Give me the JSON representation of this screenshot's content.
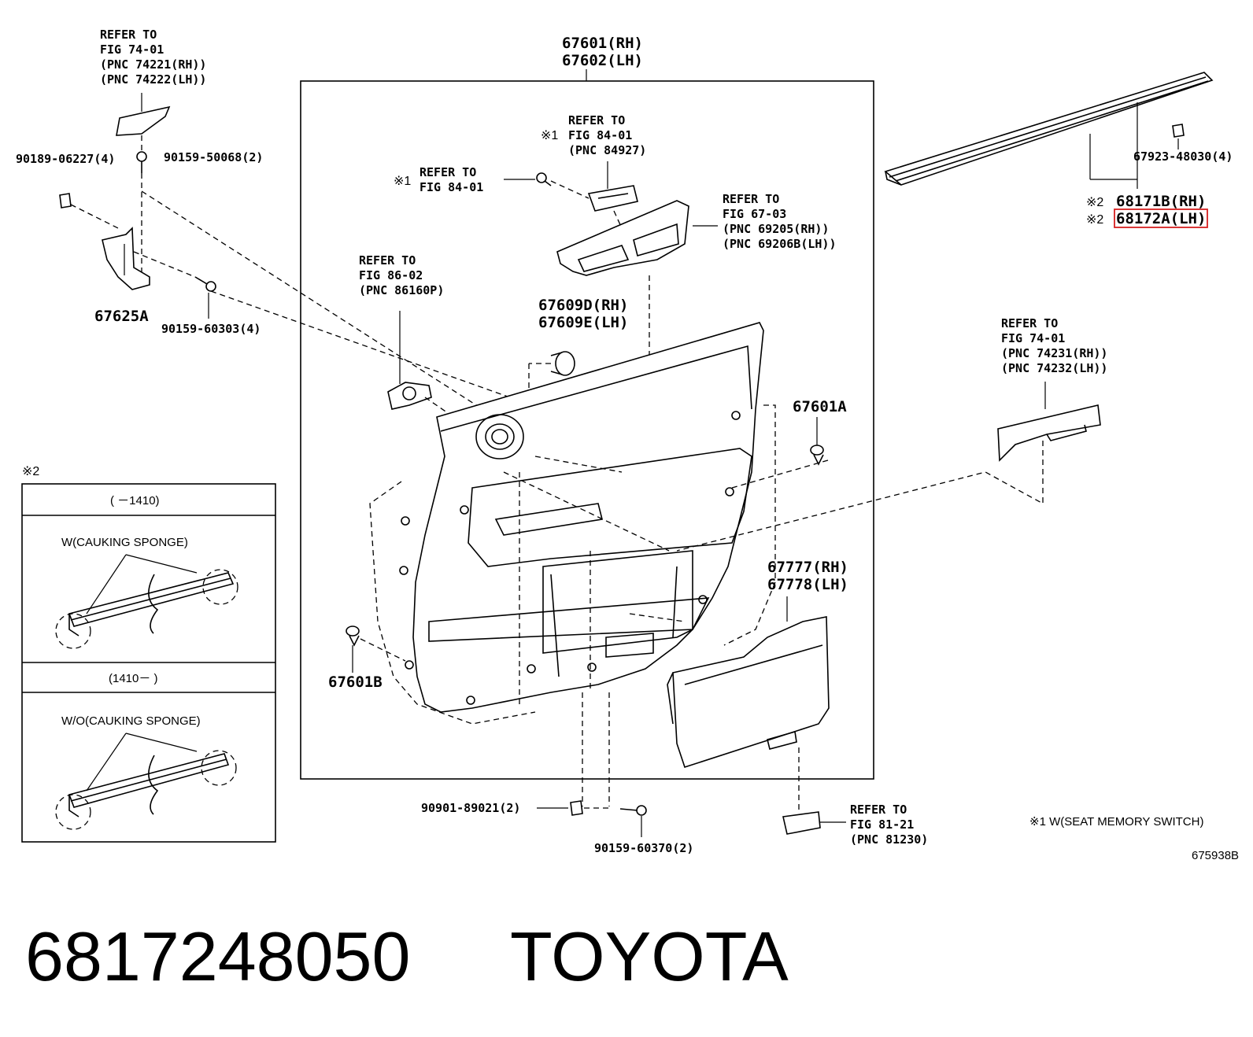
{
  "diagram": {
    "main_panel": {
      "labels": [
        "67601(RH)",
        "67602(LH)"
      ]
    },
    "top_left": {
      "refer": [
        "REFER TO",
        "FIG 74-01",
        "(PNC 74221(RH))",
        "(PNC 74222(LH))"
      ],
      "clip_left": "90189-06227(4)",
      "clip_right": "90159-50068(2)",
      "bracket": "67625A",
      "screw": "90159-60303(4)"
    },
    "seat_memory_switch": {
      "note": "※1",
      "refer": [
        "REFER TO",
        "FIG 84-01",
        "(PNC 84927)"
      ]
    },
    "screw_ref": {
      "note": "※1",
      "refer": [
        "REFER TO",
        "FIG 84-01"
      ]
    },
    "armrest_ref": {
      "refer": [
        "REFER TO",
        "FIG 67-03",
        "(PNC 69205(RH))",
        "(PNC 69206B(LH))"
      ]
    },
    "speaker_ref": {
      "refer": [
        "REFER TO",
        "FIG 86-02",
        "(PNC 86160P)"
      ]
    },
    "cap": {
      "labels": [
        "67609D(RH)",
        "67609E(LH)"
      ]
    },
    "clip_a": "67601A",
    "clip_b": "67601B",
    "lower_panel": {
      "labels": [
        "67777(RH)",
        "67778(LH)"
      ]
    },
    "weatherstrip": {
      "clip": "67923-48030(4)",
      "note": "※2",
      "rh": "68171B(RH)",
      "lh": "68172A(LH)",
      "highlight_color": "#d62020"
    },
    "right_ref": {
      "refer": [
        "REFER TO",
        "FIG 74-01",
        "(PNC 74231(RH))",
        "(PNC 74232(LH))"
      ]
    },
    "bottom": {
      "nut": "90901-89021(2)",
      "screw": "90159-60370(2)",
      "courtesy_ref": [
        "REFER TO",
        "FIG 81-21",
        "(PNC 81230)"
      ]
    },
    "inset": {
      "mark": "※2",
      "row1_header": "(    －1410)",
      "row1_caption": "W(CAUKING SPONGE)",
      "row2_header": "(1410－    )",
      "row2_caption": "W/O(CAUKING SPONGE)"
    },
    "footnote": "※1 W(SEAT MEMORY SWITCH)",
    "figure_code": "675938B"
  },
  "footer": {
    "part_number": "6817248050",
    "brand": "TOYOTA"
  }
}
